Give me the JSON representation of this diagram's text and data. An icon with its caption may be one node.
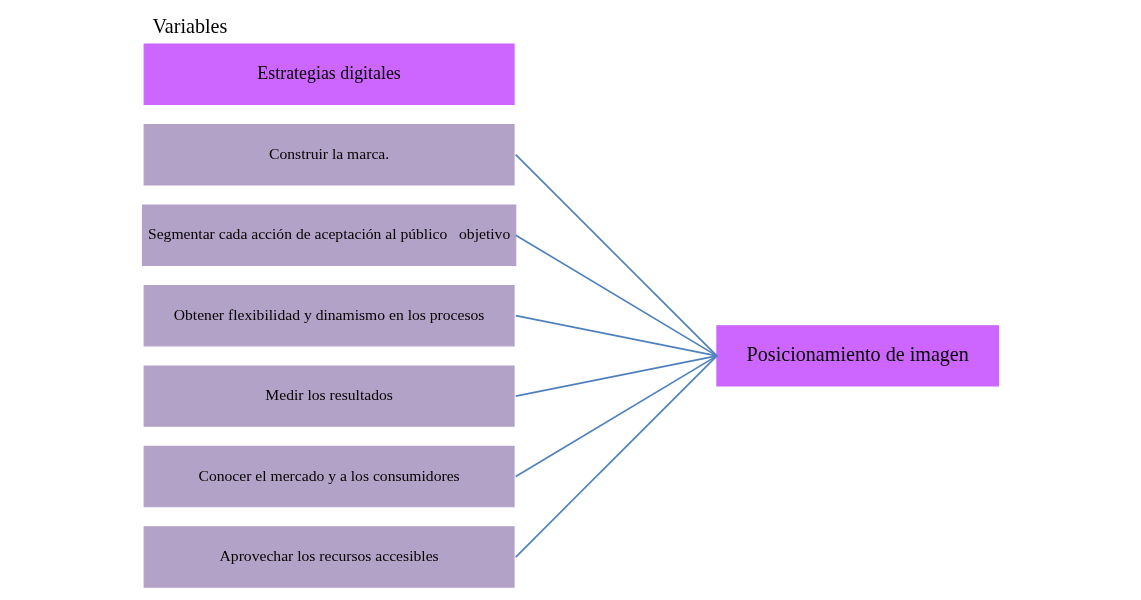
{
  "diagram": {
    "title": "Variables",
    "nodes": [
      {
        "text": [
          "Estrategias digitales"
        ]
      },
      {
        "text": [
          "Aprovechar los recursos accesibles"
        ]
      },
      {
        "text": [
          "Conocer el mercado y a los consumidores"
        ]
      },
      {
        "text": [
          "Medir los resultados"
        ]
      },
      {
        "text": [
          "Obtener flexibilidad y dinamismo en los procesos"
        ]
      },
      {
        "text": [
          "Segmentar cada acción de aceptación al público   objetivo"
        ]
      },
      {
        "text": [
          "Construir la marca."
        ]
      },
      {
        "text": [
          "Posicionamiento de imagen"
        ]
      }
    ],
    "edges": [
      {
        "from": 1,
        "to": 7,
        "arrow": "none"
      },
      {
        "from": 2,
        "to": 7,
        "arrow": "none"
      },
      {
        "from": 3,
        "to": 7,
        "arrow": "none"
      },
      {
        "from": 4,
        "to": 7,
        "arrow": "none"
      },
      {
        "from": 5,
        "to": 7,
        "arrow": "none"
      },
      {
        "from": 6,
        "to": 7,
        "arrow": "none"
      }
    ]
  }
}
